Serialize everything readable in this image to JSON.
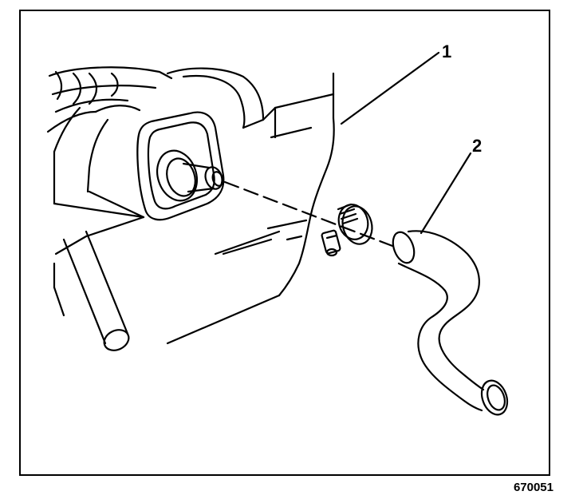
{
  "figure": {
    "callouts": [
      {
        "id": "1",
        "label": "1"
      },
      {
        "id": "2",
        "label": "2"
      }
    ],
    "figure_number": "670051"
  },
  "colors": {
    "ink": "#000000",
    "paper": "#ffffff"
  }
}
